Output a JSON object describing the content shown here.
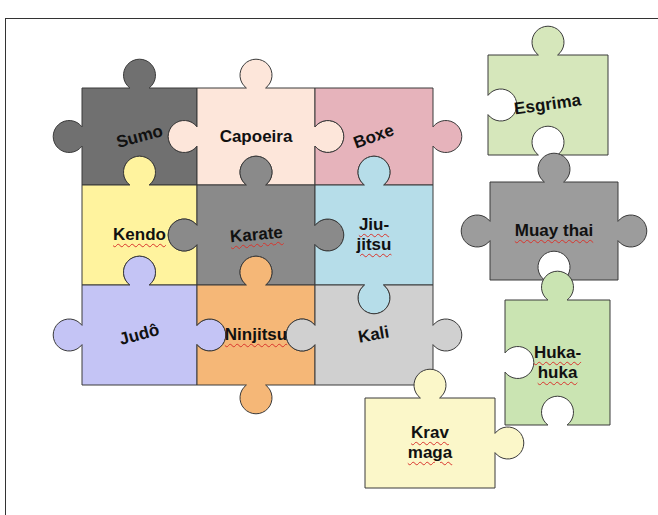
{
  "diagram": {
    "nodes": [
      {
        "text": [
          "Sumo"
        ]
      },
      {
        "text": [
          "Capoeira"
        ]
      },
      {
        "text": [
          "Boxe"
        ]
      },
      {
        "text": [
          "Esgrima"
        ]
      },
      {
        "text": [
          "Kendo"
        ]
      },
      {
        "text": [
          "Karate"
        ]
      },
      {
        "text": [
          "Jiu- jitsu"
        ]
      },
      {
        "text": [
          "Muay thai"
        ]
      },
      {
        "text": [
          "Judô"
        ]
      },
      {
        "text": [
          "Ninjitsu"
        ]
      },
      {
        "text": [
          "Kali"
        ]
      },
      {
        "text": [
          "Huka- huka"
        ]
      },
      {
        "text": [
          "Krav maga"
        ]
      }
    ]
  }
}
